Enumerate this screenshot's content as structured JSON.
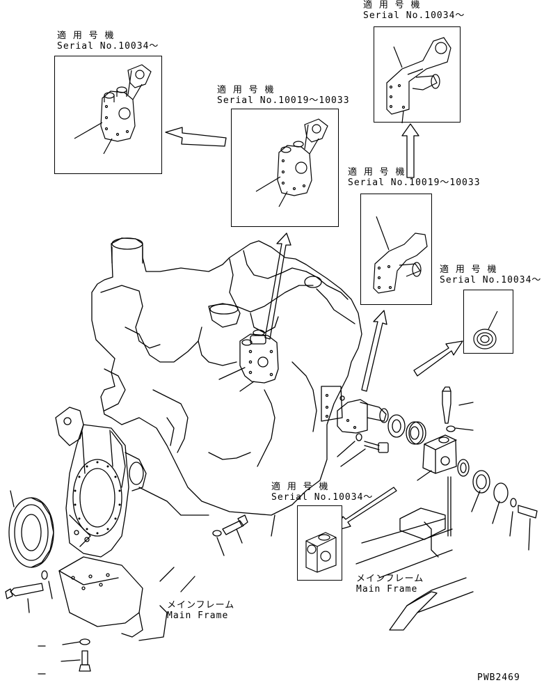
{
  "callouts": [
    {
      "id": "c1",
      "line1": "適 用 号 機",
      "line2": "Serial No.10034〜"
    },
    {
      "id": "c2",
      "line1": "適 用 号 機",
      "line2": "Serial No.10019〜10033"
    },
    {
      "id": "c3",
      "line1": "適 用 号 機",
      "line2": "Serial No.10034〜"
    },
    {
      "id": "c4",
      "line1": "適 用 号 機",
      "line2": "Serial No.10019〜10033"
    },
    {
      "id": "c5",
      "line1": "適 用 号 機",
      "line2": "Serial No.10034〜"
    },
    {
      "id": "c6",
      "line1": "適 用 号 機",
      "line2": "Serial No.10034〜"
    }
  ],
  "frame_labels": [
    {
      "jp": "メインフレーム",
      "en": "Main Frame"
    },
    {
      "jp": "メインフレーム",
      "en": "Main Frame"
    }
  ],
  "drawing_code": "PWB2469"
}
